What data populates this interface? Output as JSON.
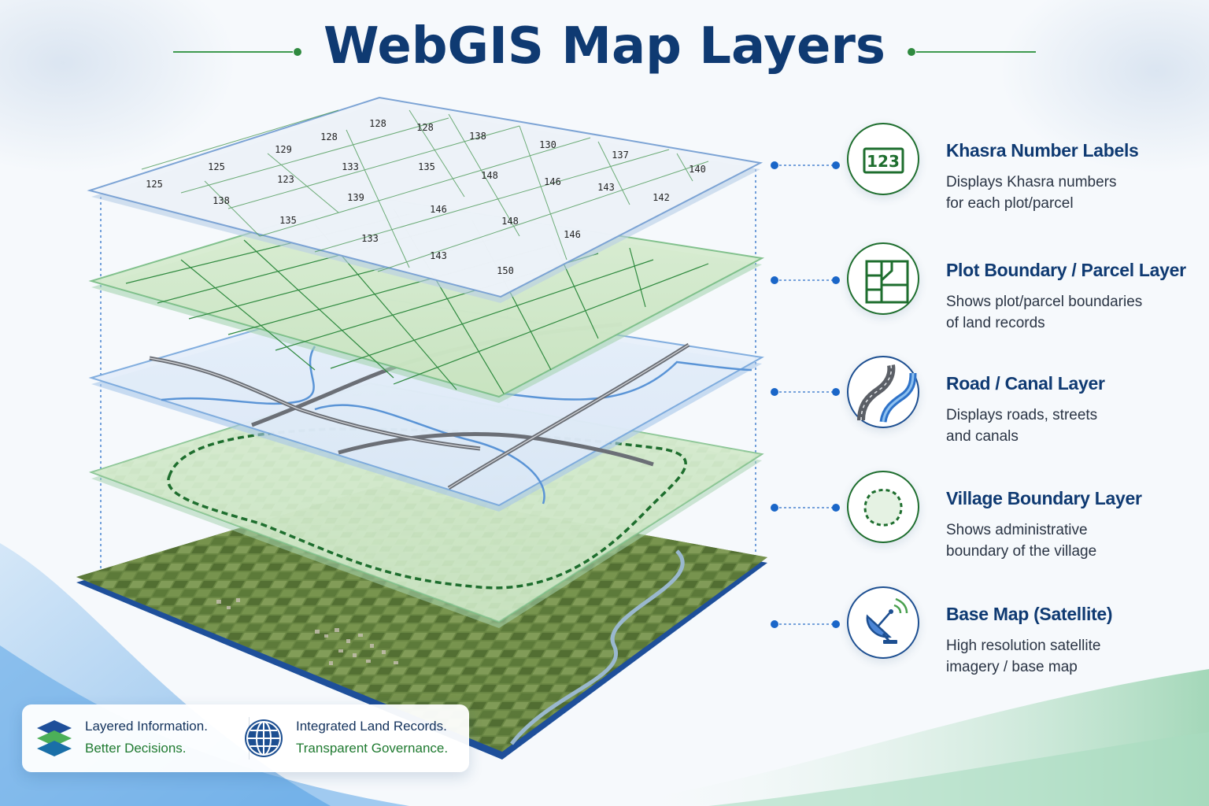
{
  "title": "WebGIS Map Layers",
  "colors": {
    "navy": "#0f3a72",
    "green": "#1e6e2e",
    "blue_accent": "#1a66c8",
    "background": "#f7fafd"
  },
  "khasra_numbers": [
    "128",
    "128",
    "138",
    "130",
    "137",
    "140",
    "129",
    "128",
    "125",
    "125",
    "123",
    "133",
    "135",
    "148",
    "146",
    "143",
    "142",
    "138",
    "139",
    "146",
    "148",
    "146",
    "135",
    "133",
    "143",
    "150"
  ],
  "layers": [
    {
      "title": "Khasra Number Labels",
      "description": [
        "Displays Khasra numbers",
        "for each plot/parcel"
      ],
      "icon": "number-label-icon",
      "icon_text": "123"
    },
    {
      "title": "Plot Boundary / Parcel Layer",
      "description": [
        "Shows plot/parcel boundaries",
        "of land records"
      ],
      "icon": "parcel-grid-icon"
    },
    {
      "title": "Road / Canal Layer",
      "description": [
        "Displays roads, streets",
        "and canals"
      ],
      "icon": "road-canal-icon"
    },
    {
      "title": "Village Boundary Layer",
      "description": [
        "Shows administrative",
        "boundary of the village"
      ],
      "icon": "village-boundary-icon"
    },
    {
      "title": "Base Map (Satellite)",
      "description": [
        "High resolution satellite",
        "imagery / base map"
      ],
      "icon": "satellite-icon"
    }
  ],
  "footer": {
    "left": {
      "line1": "Layered Information.",
      "line2": "Better Decisions.",
      "icon": "layers-stack-icon"
    },
    "right": {
      "line1": "Integrated Land Records.",
      "line2": "Transparent Governance.",
      "icon": "globe-icon"
    }
  }
}
